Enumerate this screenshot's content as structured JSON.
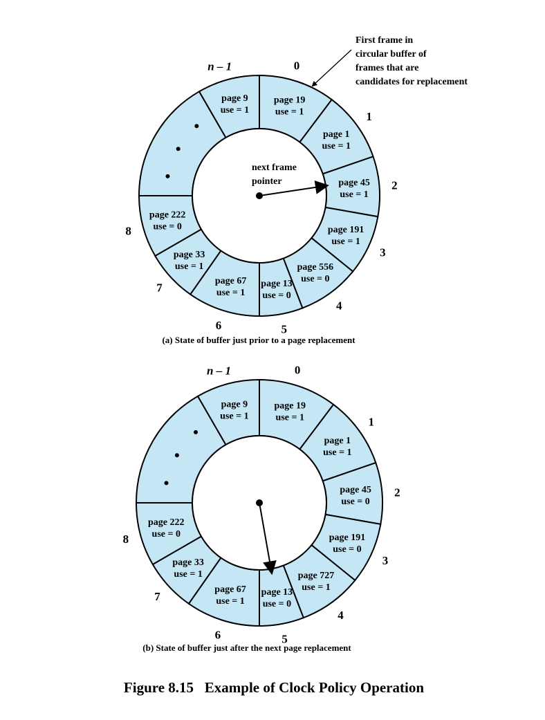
{
  "annotation": {
    "lines": [
      "First frame in",
      "circular buffer of",
      "frames that are",
      "candidates for replacement"
    ]
  },
  "diagrams": [
    {
      "id": "a",
      "caption": "(a) State of buffer just prior to a page replacement",
      "pointer_label": [
        "next frame",
        "pointer"
      ],
      "pointer_target_frame": 2,
      "frames": [
        {
          "index": "0",
          "page": "page 19",
          "use": "use = 1"
        },
        {
          "index": "1",
          "page": "page 1",
          "use": "use = 1"
        },
        {
          "index": "2",
          "page": "page 45",
          "use": "use = 1"
        },
        {
          "index": "3",
          "page": "page 191",
          "use": "use = 1"
        },
        {
          "index": "4",
          "page": "page 556",
          "use": "use = 0"
        },
        {
          "index": "5",
          "page": "page 13",
          "use": "use = 0"
        },
        {
          "index": "6",
          "page": "page 67",
          "use": "use = 1"
        },
        {
          "index": "7",
          "page": "page 33",
          "use": "use = 1"
        },
        {
          "index": "8",
          "page": "page 222",
          "use": "use = 0"
        },
        {
          "index": "n – 1",
          "page": "page 9",
          "use": "use = 1"
        }
      ]
    },
    {
      "id": "b",
      "caption": "(b) State of buffer just after the next page replacement",
      "pointer_label": [],
      "pointer_target_frame": 5,
      "frames": [
        {
          "index": "0",
          "page": "page 19",
          "use": "use = 1"
        },
        {
          "index": "1",
          "page": "page 1",
          "use": "use = 1"
        },
        {
          "index": "2",
          "page": "page 45",
          "use": "use = 0"
        },
        {
          "index": "3",
          "page": "page 191",
          "use": "use = 0"
        },
        {
          "index": "4",
          "page": "page 727",
          "use": "use = 1"
        },
        {
          "index": "5",
          "page": "page 13",
          "use": "use = 0"
        },
        {
          "index": "6",
          "page": "page 67",
          "use": "use = 1"
        },
        {
          "index": "7",
          "page": "page 33",
          "use": "use = 1"
        },
        {
          "index": "8",
          "page": "page 222",
          "use": "use = 0"
        },
        {
          "index": "n – 1",
          "page": "page 9",
          "use": "use = 1"
        }
      ]
    }
  ],
  "figure_title": "Figure 8.15   Example of Clock Policy Operation",
  "colors": {
    "frame_fill": "#c5e6f5",
    "stroke": "#000000",
    "background": "#ffffff"
  }
}
